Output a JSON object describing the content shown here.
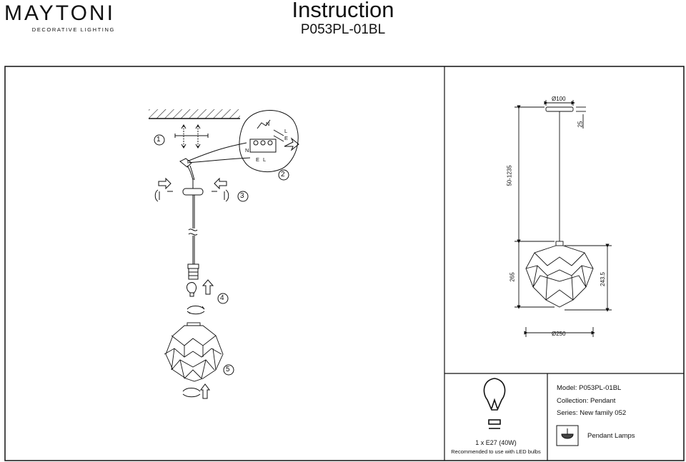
{
  "header": {
    "brand": "MAYTONI",
    "brand_tagline": "DECORATIVE LIGHTING",
    "title": "Instruction",
    "model_code": "P053PL-01BL"
  },
  "steps": [
    "1",
    "2",
    "3",
    "4",
    "5"
  ],
  "wiring_labels": [
    "N",
    "L",
    "E",
    "N",
    "E",
    "L"
  ],
  "dimensions": {
    "canopy_diameter": "Ø100",
    "canopy_height": "25",
    "cord_length": "50-1235",
    "shade_height_total": "265",
    "shade_height": "243.5",
    "shade_diameter": "Ø250"
  },
  "bulb": {
    "spec": "1 x E27 (40W)",
    "note": "Recommended to use with LED bulbs"
  },
  "specs": {
    "model": "Model: P053PL-01BL",
    "collection": "Collection: Pendant",
    "series": "Series: New family 052",
    "category": "Pendant Lamps"
  },
  "icons": [
    "bulb-icon",
    "pendant-lamp-icon",
    "arrow-icon",
    "rotate-arrow-icon",
    "screw-icon"
  ]
}
